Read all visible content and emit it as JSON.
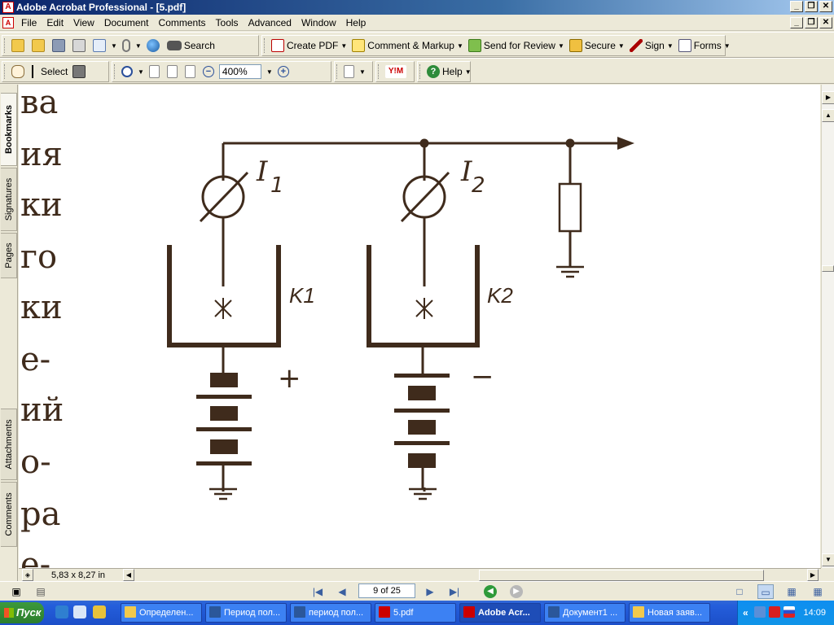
{
  "window": {
    "title": "Adobe Acrobat Professional - [5.pdf]",
    "app_icon": "adobe-acrobat-icon"
  },
  "menu": {
    "items": [
      "File",
      "Edit",
      "View",
      "Document",
      "Comments",
      "Tools",
      "Advanced",
      "Window",
      "Help"
    ]
  },
  "toolbar1": {
    "search_label": "Search",
    "create_pdf_label": "Create PDF",
    "comment_markup_label": "Comment & Markup",
    "send_review_label": "Send for Review",
    "secure_label": "Secure",
    "sign_label": "Sign",
    "forms_label": "Forms"
  },
  "toolbar2": {
    "select_label": "Select",
    "zoom_value": "400%",
    "help_label": "Help"
  },
  "nav_tabs": {
    "bookmarks": "Bookmarks",
    "signatures": "Signatures",
    "pages": "Pages",
    "attachments": "Attachments",
    "comments": "Comments"
  },
  "document": {
    "text_fragments": [
      "ва",
      "ия",
      "ки",
      "го",
      "ки",
      "е-",
      "ий",
      "о-",
      "ра",
      "е-"
    ],
    "circuit": {
      "label_i1": "I",
      "label_i1_sub": "1",
      "label_i2": "I",
      "label_i2_sub": "2",
      "label_k1": "K1",
      "label_k2": "K2",
      "label_plus": "+",
      "label_minus": "−",
      "line_color": "#3f2b1c"
    }
  },
  "status": {
    "page_size": "5,83 x 8,27 in"
  },
  "navigation": {
    "page_indicator": "9 of 25"
  },
  "taskbar": {
    "start_label": "Пуск",
    "tasks": [
      "Определен...",
      "Период пол...",
      "период пол...",
      "5.pdf",
      "Adobe Acr...",
      "Документ1 ...",
      "Новая заяв..."
    ],
    "clock": "14:09",
    "tray_expand": "«"
  }
}
